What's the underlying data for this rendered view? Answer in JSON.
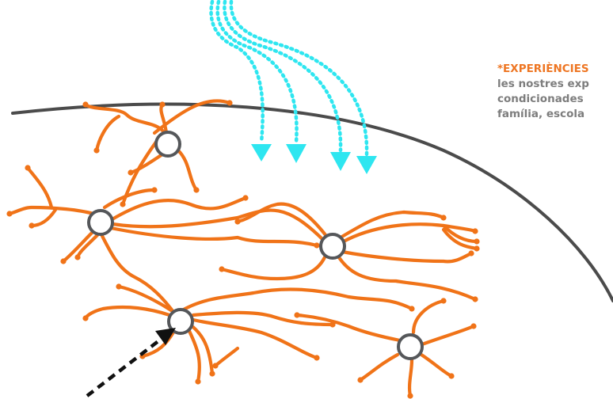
{
  "caption": {
    "title": "*EXPERIÈNCIES",
    "lines": [
      "les nostres exp",
      "condicionades",
      "família, escola"
    ]
  },
  "colors": {
    "neuron": "#f07318",
    "soma_outline": "#55575a",
    "boundary": "#4b4b4b",
    "inputs": "#2ee6f0",
    "pointer": "#111111",
    "title": "#ee7623",
    "text": "#7d7d7d"
  },
  "icons": {
    "input_arrows": "dotted-curved-arrows",
    "pointer": "dashed-arrow"
  }
}
